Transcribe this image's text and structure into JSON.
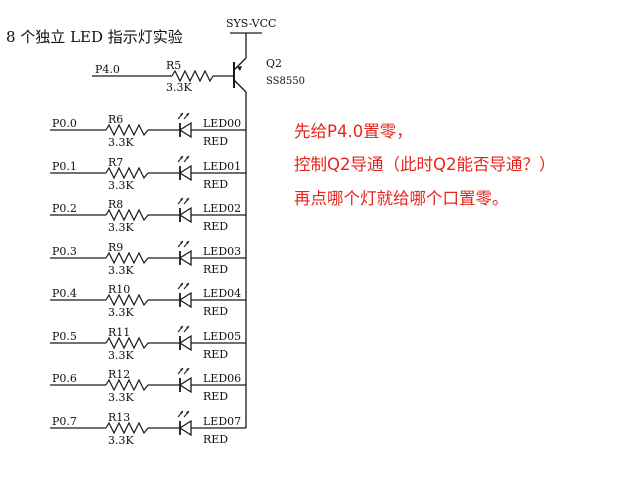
{
  "schematic": {
    "title": "8 个独立 LED 指示灯实验",
    "supply": "SYS-VCC",
    "transistor": {
      "ref": "Q2",
      "part": "SS8550"
    },
    "base_net": "P4.0",
    "base_resistor": {
      "ref": "R5",
      "value": "3.3K"
    },
    "channels": [
      {
        "net": "P0.0",
        "resistor": "R6",
        "value": "3.3K",
        "led": "LED00",
        "color": "RED"
      },
      {
        "net": "P0.1",
        "resistor": "R7",
        "value": "3.3K",
        "led": "LED01",
        "color": "RED"
      },
      {
        "net": "P0.2",
        "resistor": "R8",
        "value": "3.3K",
        "led": "LED02",
        "color": "RED"
      },
      {
        "net": "P0.3",
        "resistor": "R9",
        "value": "3.3K",
        "led": "LED03",
        "color": "RED"
      },
      {
        "net": "P0.4",
        "resistor": "R10",
        "value": "3.3K",
        "led": "LED04",
        "color": "RED"
      },
      {
        "net": "P0.5",
        "resistor": "R11",
        "value": "3.3K",
        "led": "LED05",
        "color": "RED"
      },
      {
        "net": "P0.6",
        "resistor": "R12",
        "value": "3.3K",
        "led": "LED06",
        "color": "RED"
      },
      {
        "net": "P0.7",
        "resistor": "R13",
        "value": "3.3K",
        "led": "LED07",
        "color": "RED"
      }
    ]
  },
  "annotation": {
    "color": "#e8241c",
    "lines": [
      "先给P4.0置零，",
      "控制Q2导通（此时Q2能否导通？）",
      "再点哪个灯就给哪个口置零。"
    ]
  }
}
